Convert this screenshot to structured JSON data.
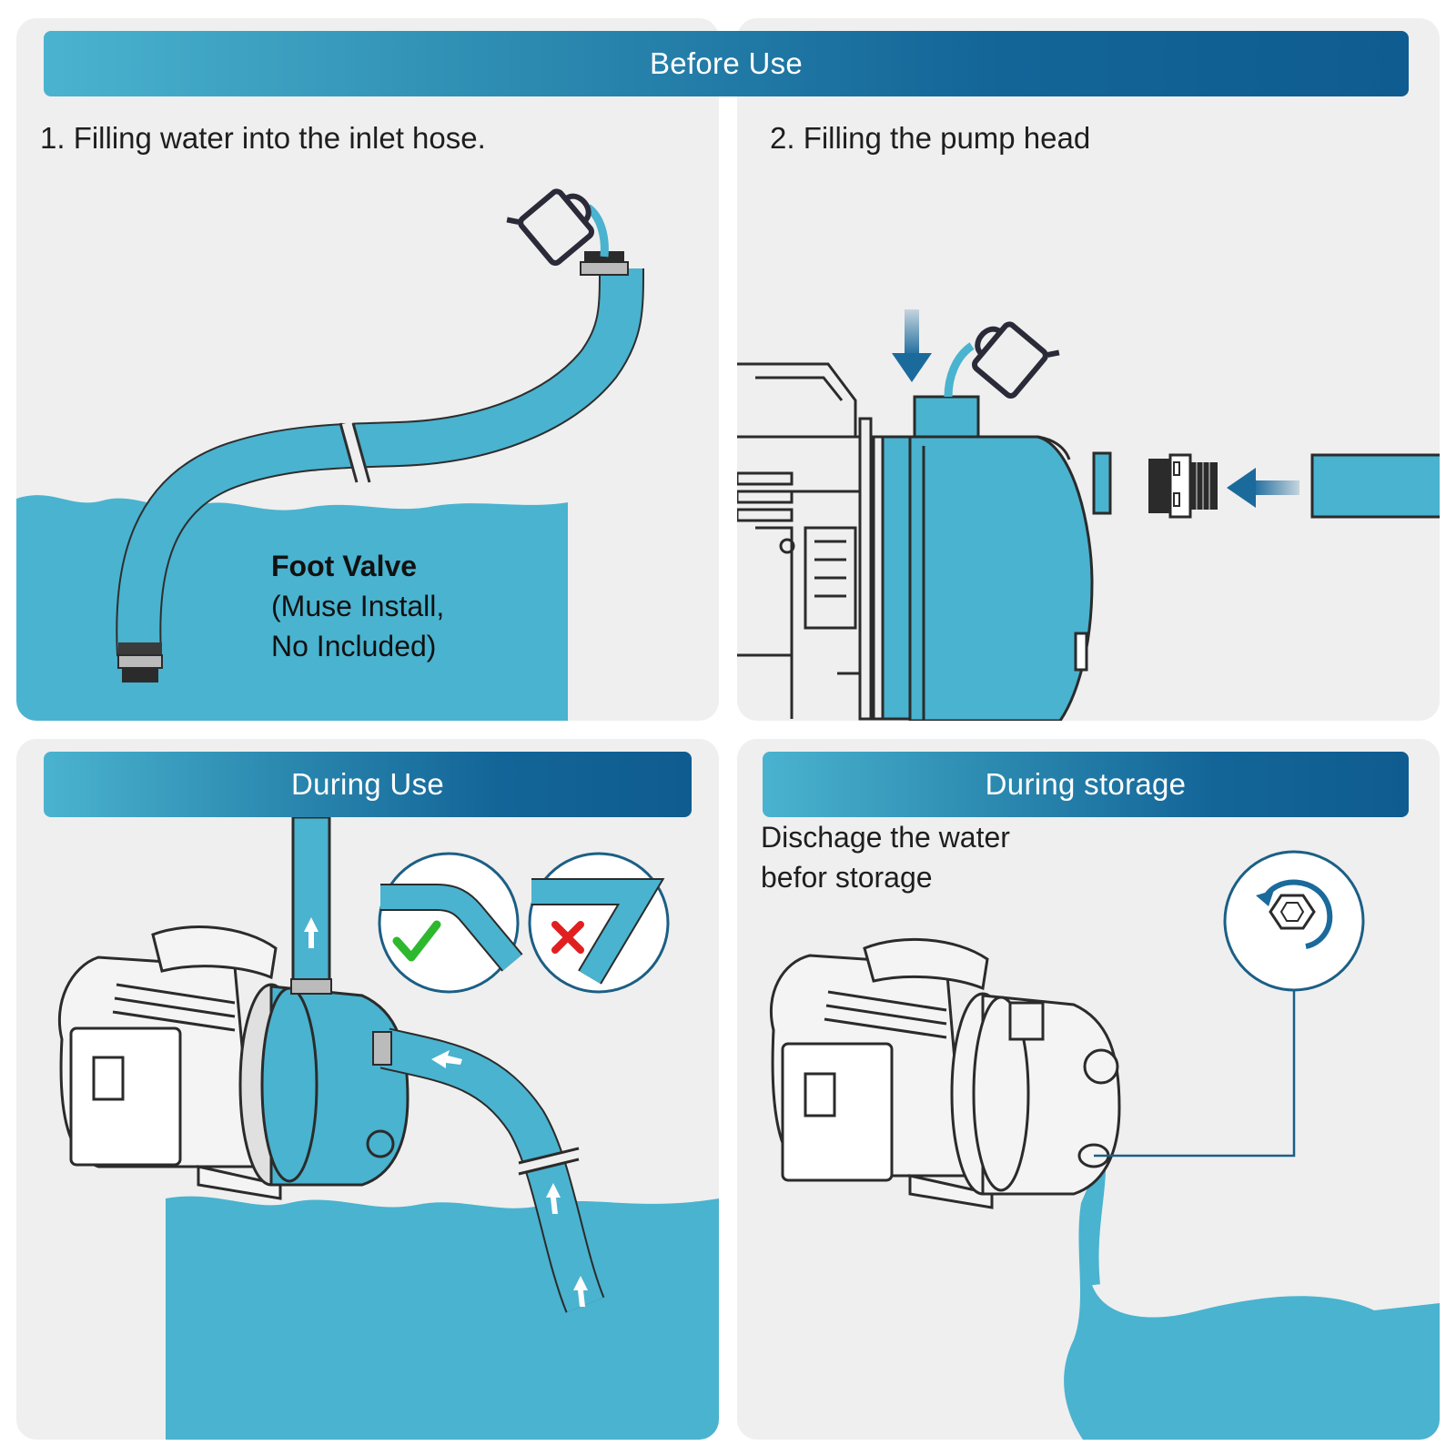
{
  "sections": {
    "before_use": {
      "title": "Before Use",
      "step1": "1. Filling water into the inlet hose.",
      "step2": "2. Filling the pump head",
      "foot_valve": {
        "title": "Foot Valve",
        "line1": "(Muse Install,",
        "line2": "No Included)"
      }
    },
    "during_use": {
      "title": "During Use"
    },
    "during_storage": {
      "title": "During storage",
      "line1": "Dischage the water",
      "line2": "befor storage"
    }
  },
  "colors": {
    "water": "#4ab3cf",
    "banner_start": "#4ab3cf",
    "banner_end": "#0f5c90",
    "panel_bg": "#efefef",
    "check": "#2eb82e",
    "cross": "#e02020"
  },
  "icons": [
    "pitcher-icon",
    "down-arrow-icon",
    "left-arrow-icon",
    "check-icon",
    "cross-icon",
    "rotate-drain-plug-icon"
  ]
}
